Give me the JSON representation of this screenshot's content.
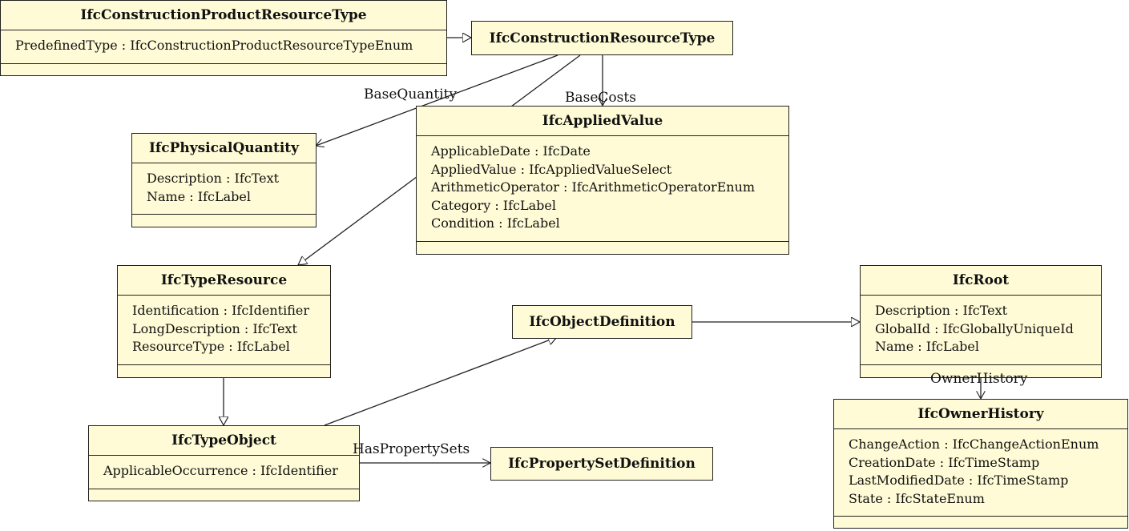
{
  "classes": {
    "constructionProductResourceType": {
      "name": "IfcConstructionProductResourceType",
      "attributes": [
        "PredefinedType : IfcConstructionProductResourceTypeEnum"
      ]
    },
    "constructionResourceType": {
      "name": "IfcConstructionResourceType"
    },
    "physicalQuantity": {
      "name": "IfcPhysicalQuantity",
      "attributes": [
        "Description : IfcText",
        "Name : IfcLabel"
      ]
    },
    "appliedValue": {
      "name": "IfcAppliedValue",
      "attributes": [
        "ApplicableDate : IfcDate",
        "AppliedValue : IfcAppliedValueSelect",
        "ArithmeticOperator : IfcArithmeticOperatorEnum",
        "Category : IfcLabel",
        "Condition : IfcLabel"
      ]
    },
    "typeResource": {
      "name": "IfcTypeResource",
      "attributes": [
        "Identification : IfcIdentifier",
        "LongDescription : IfcText",
        "ResourceType : IfcLabel"
      ]
    },
    "objectDefinition": {
      "name": "IfcObjectDefinition"
    },
    "root": {
      "name": "IfcRoot",
      "attributes": [
        "Description : IfcText",
        "GlobalId : IfcGloballyUniqueId",
        "Name : IfcLabel"
      ]
    },
    "ownerHistory": {
      "name": "IfcOwnerHistory",
      "attributes": [
        "ChangeAction : IfcChangeActionEnum",
        "CreationDate : IfcTimeStamp",
        "LastModifiedDate : IfcTimeStamp",
        "State : IfcStateEnum"
      ]
    },
    "typeObject": {
      "name": "IfcTypeObject",
      "attributes": [
        "ApplicableOccurrence : IfcIdentifier"
      ]
    },
    "propertySetDefinition": {
      "name": "IfcPropertySetDefinition"
    }
  },
  "edge_labels": {
    "base_quantity": "BaseQuantity",
    "base_costs": "BaseCosts",
    "owner_history": "OwnerHistory",
    "has_property_sets": "HasPropertySets"
  },
  "colors": {
    "class_fill": "#fffbd6",
    "line": "#222222"
  }
}
